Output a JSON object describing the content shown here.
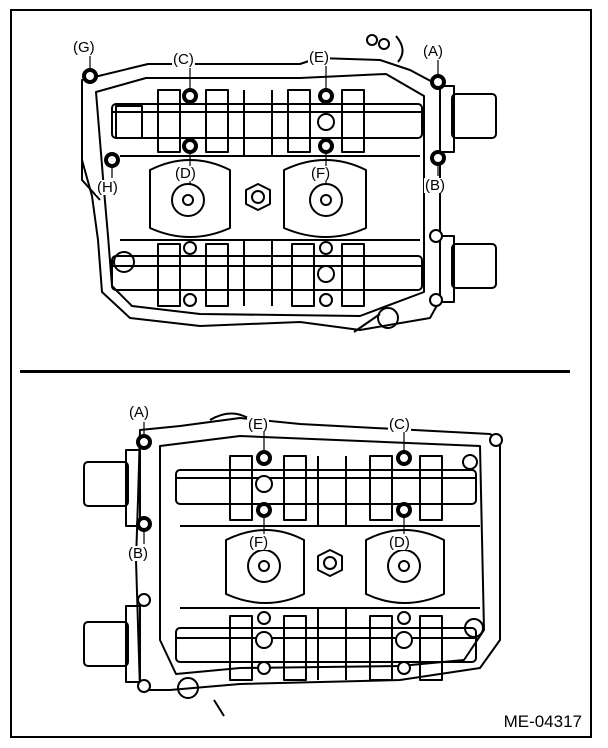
{
  "labels": {
    "top": {
      "g": "(G)",
      "c": "(C)",
      "e": "(E)",
      "a": "(A)",
      "d": "(D)",
      "f": "(F)",
      "h": "(H)",
      "b": "(B)"
    },
    "bottom": {
      "a": "(A)",
      "e": "(E)",
      "c": "(C)",
      "b": "(B)",
      "f": "(F)",
      "d": "(D)"
    }
  },
  "figure_code": "ME-04317",
  "colors": {
    "ink": "#000000",
    "paper": "#ffffff"
  }
}
